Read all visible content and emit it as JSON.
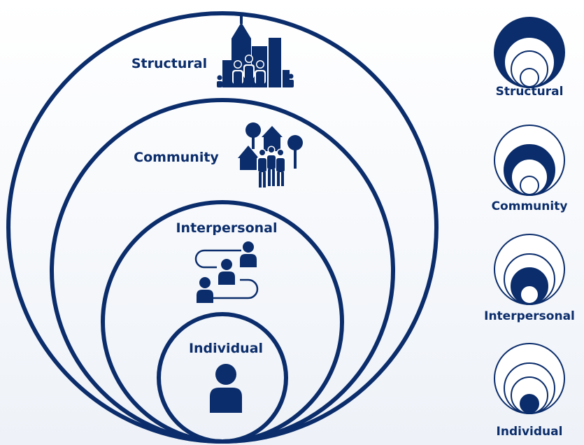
{
  "diagram": {
    "levels": [
      "Structural",
      "Community",
      "Interpersonal",
      "Individual"
    ],
    "labels": {
      "structural": "Structural",
      "community": "Community",
      "interpersonal": "Interpersonal",
      "individual": "Individual"
    },
    "legend": {
      "structural": "Structural",
      "community": "Community",
      "interpersonal": "Interpersonal",
      "individual": "Individual"
    },
    "icons": {
      "structural": "city-buildings-people-icon",
      "community": "houses-trees-people-icon",
      "interpersonal": "connected-people-icon",
      "individual": "person-icon"
    },
    "colors": {
      "primary": "#0b2d6b",
      "background": "#f3f6fa"
    }
  }
}
